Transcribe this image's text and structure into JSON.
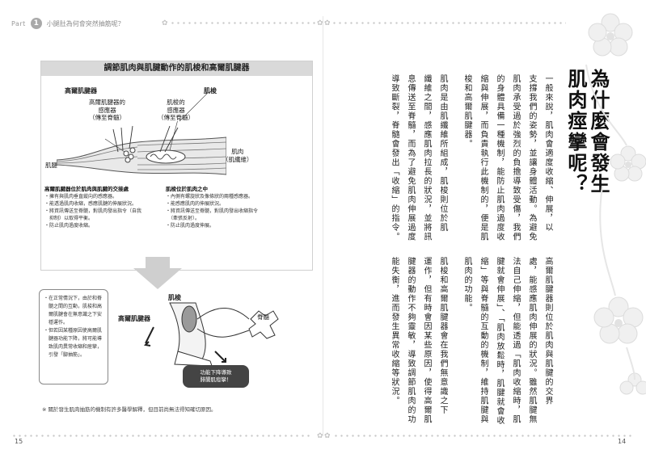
{
  "header": {
    "part_label": "Part",
    "part_number": "1",
    "chapter_title": "小腿肚為何會突然抽筋呢？"
  },
  "left_page": {
    "page_number": "15",
    "diagram": {
      "title": "調節肌肉與肌腱動作的肌梭和高爾肌腱器",
      "labels": {
        "golgi_tendon_organ": "高爾肌腱器",
        "golgi_receptor_1": "高爾肌腱器的",
        "golgi_receptor_2": "感應器",
        "golgi_receptor_3": "（傳至脊髓）",
        "spindle": "肌梭",
        "spindle_receptor_1": "肌梭的",
        "spindle_receptor_2": "感應器",
        "spindle_receptor_3": "（傳至脊髓）",
        "muscle_1": "肌肉",
        "muscle_2": "（肌纖維）",
        "tendon": "肌腱"
      },
      "info_left": {
        "heading": "高爾肌腱器位於肌肉與肌腱的交接處",
        "items": [
          "・擁有與肌肉垂直縱向的感應器。",
          "・能透過肌肉收縮，感應肌腱的伸展狀況。",
          "・將資訊傳送至脊髓，對肌肉發出指令（自我",
          "　抑制）以取得平衡。",
          "・防止肌肉過度收縮。"
        ]
      },
      "info_right": {
        "heading": "肌梭位於肌肉之中",
        "items": [
          "・內側有螺旋狀及像條狀的兩種感應器。",
          "・能感應肌肉的伸展狀況。",
          "・將資訊傳送至脊髓，對肌肉發出收縮指令",
          "　（牽張反射）。",
          "・防止肌肉過度伸展。"
        ]
      }
    },
    "note_box": [
      "・在正常情況下，由於和脊",
      "　髓之間的互動，肌梭和高",
      "　爾肌腱會在無意識之下安",
      "　穩運作。",
      "・但若因某種原因使高爾肌",
      "　腱器功能下降，將可能導",
      "　致肌肉異常收縮和痙攣，",
      "　引發「腳抽筋」。"
    ],
    "leg_labels": {
      "spindle": "肌梭",
      "golgi": "高爾肌腱器",
      "spine": "脊髓"
    },
    "caption": [
      "功能下降導致",
      "腓腸肌痙攣！"
    ],
    "footnote": "※ 關於發生肌肉抽筋的機制有許多醫學解釋，但目前尚無法得知確切原因。"
  },
  "right_page": {
    "page_number": "14",
    "heading_lines": [
      "為什麼會發生",
      "肌肉痙攣呢？"
    ],
    "columns": [
      "一般來說，肌肉會適度收縮、伸展，以",
      "支撐我們的姿勢，並讓身體活動。為避免",
      "肌肉承受過於強烈的負擔導致受傷，我們",
      "的身體具備一種機制，能防止肌肉過度收",
      "縮與伸展，而負責執行此機制的，便是肌",
      "梭和高爾肌腱器。",
      "肌肉是由肌纖維所組成，肌梭則位於肌",
      "纖維之間，感應肌肉拉長的狀況，並將訊",
      "息傳送至脊髓，而為了避免肌肉伸展過度",
      "導致斷裂，脊髓會發出「收縮」的指令。",
      "高爾肌腱器則位於肌肉與肌腱的交界",
      "處，能感應肌肉伸展的狀況。雖然肌腱無",
      "法自己伸縮，但能透過「肌肉收縮時，肌",
      "腱就會伸展」、「肌肉放鬆時，肌腱就會收",
      "縮」等與脊髓的互動的機制，維持肌腱與",
      "肌肉的功能。",
      "肌梭和高爾肌腱器會在我們無意識之下",
      "運作，但有時會因某些原因，使得高爾肌",
      "腱器的動作不夠靈敏，導致調節肌肉的功",
      "能失衡，進而發生異常收縮等狀況。"
    ]
  }
}
